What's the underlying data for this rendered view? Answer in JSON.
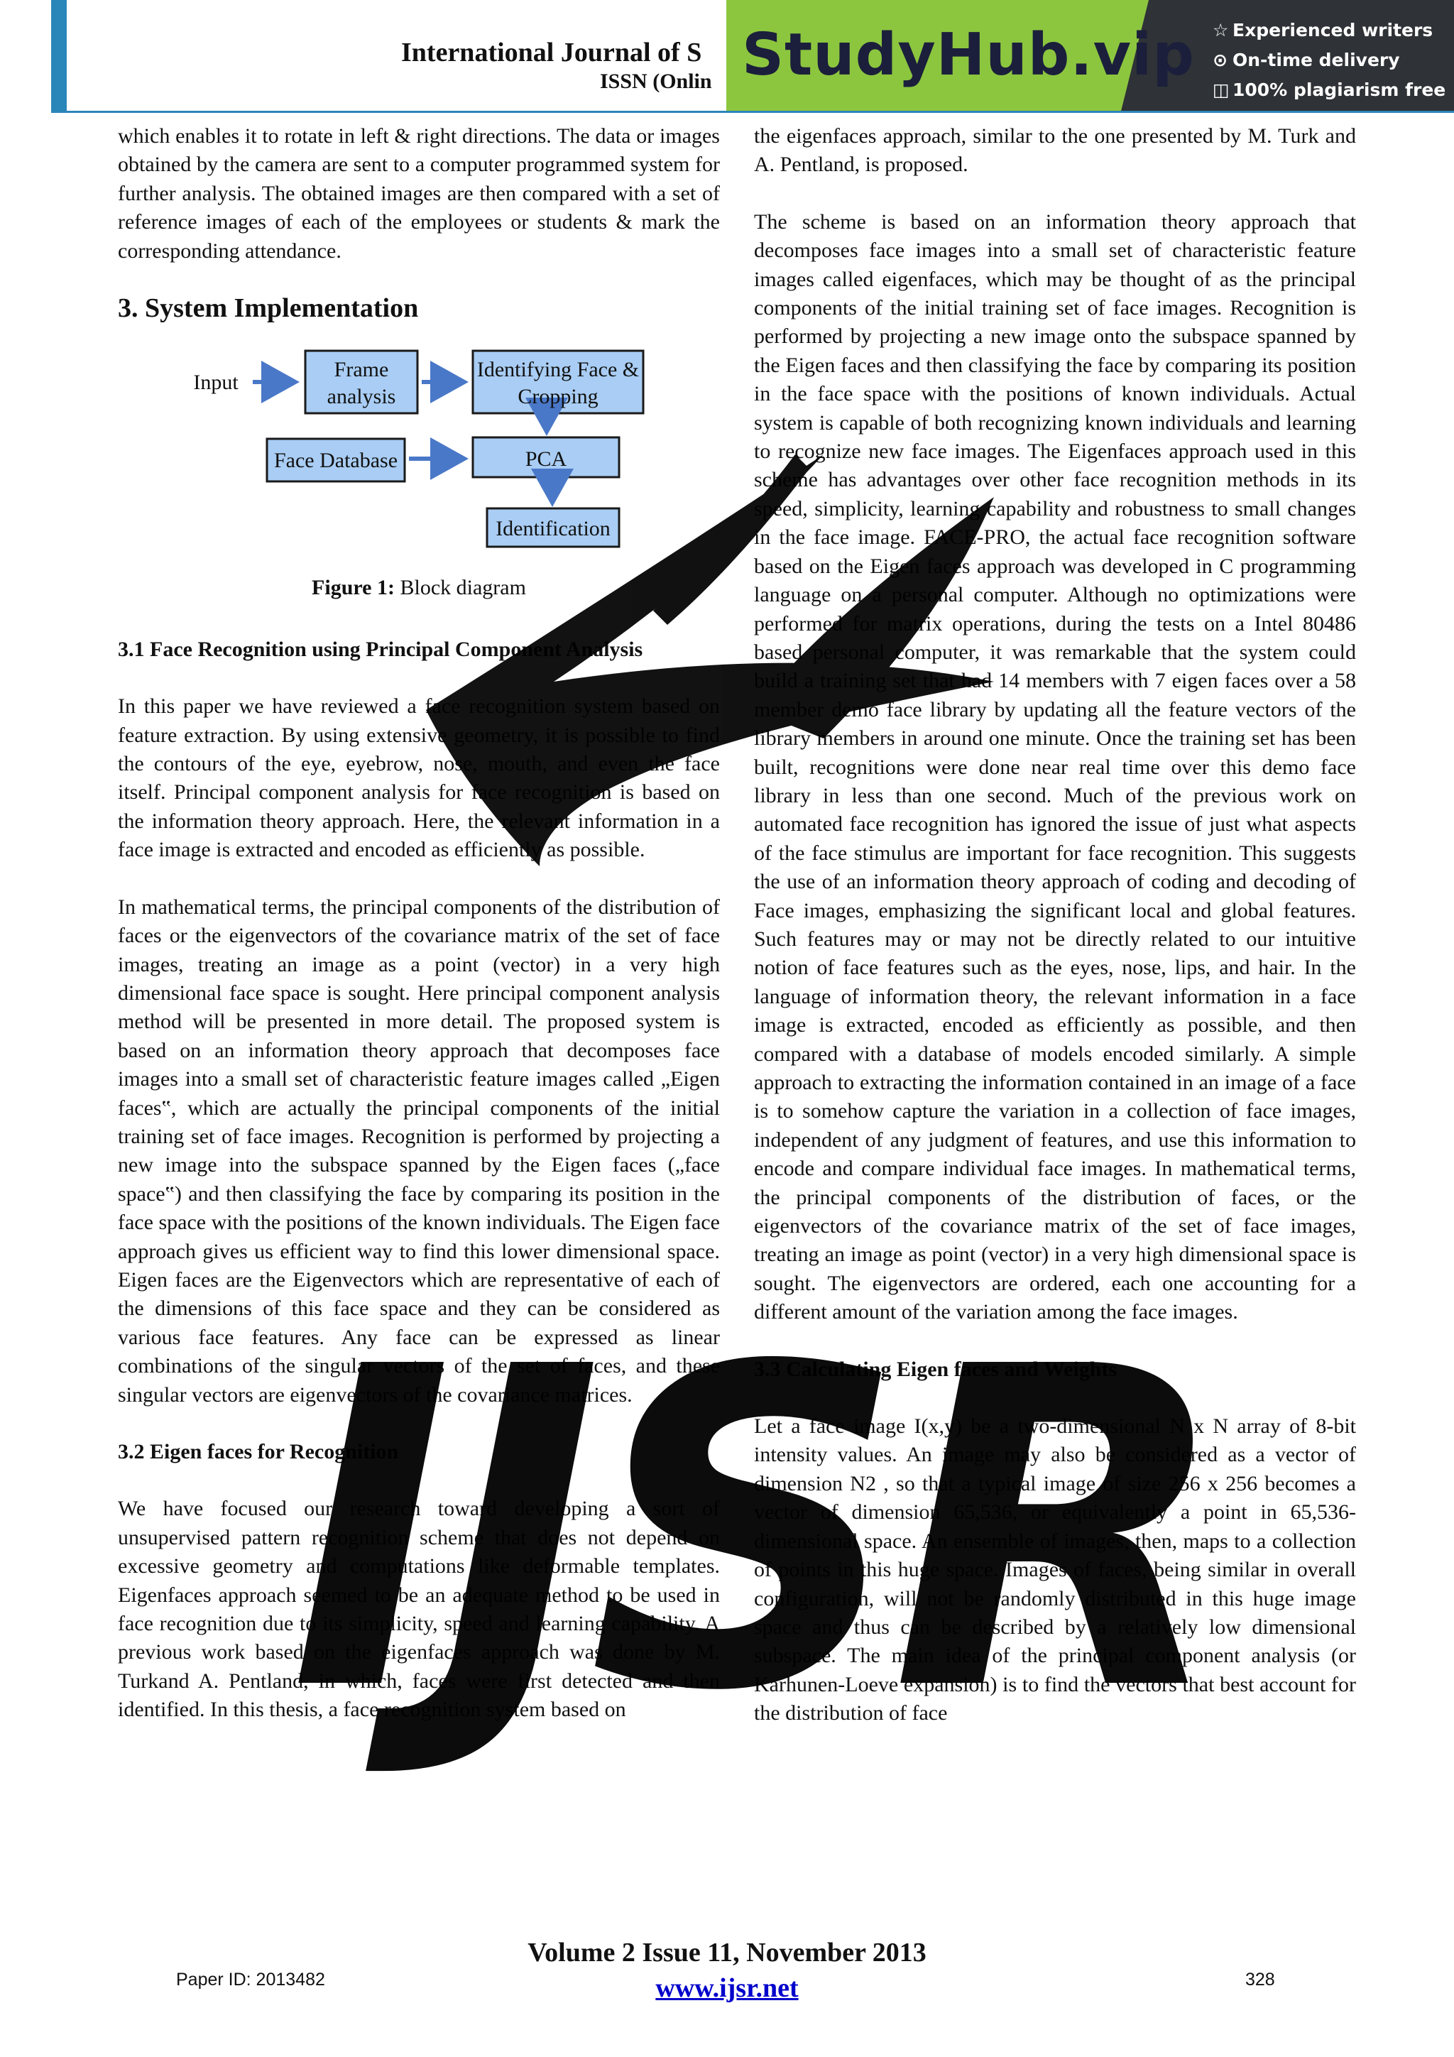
{
  "header": {
    "journal_title": "International Journal of S",
    "issn": "ISSN (Onlin"
  },
  "ad": {
    "brand": "StudyHub.vip",
    "features": [
      {
        "icon": "star-icon",
        "glyph": "☆",
        "label": "Experienced writers"
      },
      {
        "icon": "clock-icon",
        "glyph": "⊙",
        "label": "On-time delivery"
      },
      {
        "icon": "shield-check-icon",
        "glyph": "◫",
        "label": "100% plagiarism free"
      }
    ]
  },
  "left_column": {
    "p1": "which enables it to rotate in left & right directions. The data or images obtained by the camera are sent to a computer programmed system for further analysis. The obtained images are then compared with a set of reference images of each of the employees or students & mark the corresponding attendance.",
    "section3_heading": "3.   System Implementation",
    "figure": {
      "blocks": {
        "input": "Input",
        "frame_analysis_l1": "Frame",
        "frame_analysis_l2": "analysis",
        "identifying_l1": "Identifying Face &",
        "identifying_l2": "Cropping",
        "face_database": "Face Database",
        "pca": "PCA",
        "identification": "Identification"
      },
      "caption_label": "Figure 1:",
      "caption_text": " Block diagram"
    },
    "s31_heading": "3.1   Face   Recognition   using   Principal Component Analysis",
    "p2": "In this paper we have reviewed a face recognition system based on feature extraction. By using extensive geometry, it is possible to find the contours of the eye, eyebrow, nose, mouth, and even the face itself. Principal component analysis for face recognition is based on the information theory approach. Here, the relevant information in a face image is extracted and encoded as efficiently as possible.",
    "p3": "In mathematical terms, the principal components of the distribution of faces or the eigenvectors of the covariance matrix of the set of face images, treating an image as a point (vector) in a very high dimensional face space is sought. Here principal component analysis method will be presented in more detail. The proposed system is based on an information theory approach that decomposes face images into a small set of characteristic feature images called „Eigen faces‟, which are actually the principal components of the initial training set of face images. Recognition is performed by projecting a new image into the subspace spanned by the Eigen faces („face space‟) and then classifying the face by comparing its position in the face space with the positions of the known individuals. The Eigen face approach gives us efficient way to find this lower dimensional space. Eigen faces are the Eigenvectors which are representative of each of the dimensions of this face space and they can be considered as various face features. Any face can be expressed as linear combinations of the singular vectors of the set of faces, and these singular vectors are eigenvectors of the covariance matrices.",
    "s32_heading": "3.2   Eigen faces for Recognition",
    "p4": "We have focused our research toward developing a sort of unsupervised pattern recognition scheme that does not depend on excessive geometry and computations like deformable templates. Eigenfaces approach seemed to be an adequate method to be used in face recognition due to its simplicity, speed and learning capability. A previous work based on the eigenfaces approach was done by M. Turkand A. Pentland, in which, faces were first detected and then identified. In this thesis, a face recognition system based on"
  },
  "right_column": {
    "p1": "the eigenfaces approach, similar to the one presented by M. Turk and A. Pentland, is proposed.",
    "p2": "The scheme is based on an information theory approach that decomposes face images into a small set of characteristic feature images called eigenfaces, which may be thought of as the principal components of the initial training set of face images. Recognition is performed by projecting a new image onto the subspace spanned by the Eigen faces and then classifying the face by comparing its position in the face space with the positions of known individuals. Actual system is capable of both recognizing known individuals and learning to recognize new face images. The Eigenfaces approach used in this scheme has advantages over other face recognition methods in its speed, simplicity, learning capability and robustness to small changes in the face image. FACE-PRO, the actual face recognition software based on the Eigen faces approach was developed in C programming language on a personal computer. Although no optimizations were performed for matrix operations, during the tests on a Intel 80486 based personal computer, it was remarkable that the system could build a training set that had 14 members with 7 eigen faces over a 58 member demo face library by updating all the feature vectors of the library members in around one minute. Once the training set has been built, recognitions    were done near real time over this demo face library in less than one second. Much of the previous work on automated face recognition has ignored the issue of just what aspects of the face stimulus are important for face recognition. This suggests the use of an information theory approach of coding and decoding of Face images, emphasizing the significant local and global features. Such features may or may not be directly related to our intuitive notion of face features such as the eyes, nose, lips, and hair. In the language of information theory, the relevant information in a face image is extracted, encoded as efficiently as possible, and then compared with a database of models encoded similarly. A simple approach to extracting the information contained in an image of a face is to somehow capture the variation in a collection of face images, independent of any judgment of features, and use this information to encode and compare individual face images. In mathematical terms, the principal components of the distribution of faces, or the eigenvectors of the covariance matrix of the set of face images, treating an image as point (vector) in a very high dimensional space is sought. The eigenvectors are ordered, each one accounting for a different amount of the variation among the face images.",
    "s33_heading": "3.3   Calculating Eigen faces and Weights",
    "p3": "Let a face image I(x,y) be a two-dimensional N x N array of 8-bit intensity values. An image may also be considered as a vector of dimension N2 , so that a typical image of size 256 x 256 becomes a vector of dimension 65,536, or equivalently a point in 65,536-dimensional space. An ensemble of images, then, maps to a collection of points in this huge space. Images of faces, being similar in overall configuration, will not be randomly distributed in this huge image space and thus can be described by a relatively low dimensional subspace. The main idea of the principal component analysis (or Karhunen-Loeve expansion) is to find the vectors that best account for the distribution of face"
  },
  "footer": {
    "volume": "Volume 2 Issue 11, November 2013",
    "paper_id": "Paper ID: 2013482",
    "website": "www.ijsr.net",
    "page_number": "328"
  },
  "watermark": {
    "text": "IJSR"
  }
}
